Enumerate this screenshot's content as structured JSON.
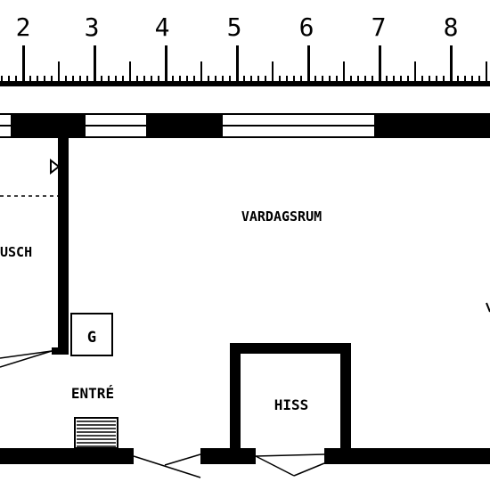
{
  "ruler": {
    "numbers": [
      "2",
      "3",
      "4",
      "5",
      "6",
      "7",
      "8"
    ]
  },
  "rooms": {
    "living_room": "VARDAGSRUM",
    "shower": "USCH",
    "entrance": "ENTRÉ",
    "elevator": "HISS",
    "cabinet": "G"
  },
  "colors": {
    "ink": "#000000",
    "paper": "#ffffff"
  }
}
